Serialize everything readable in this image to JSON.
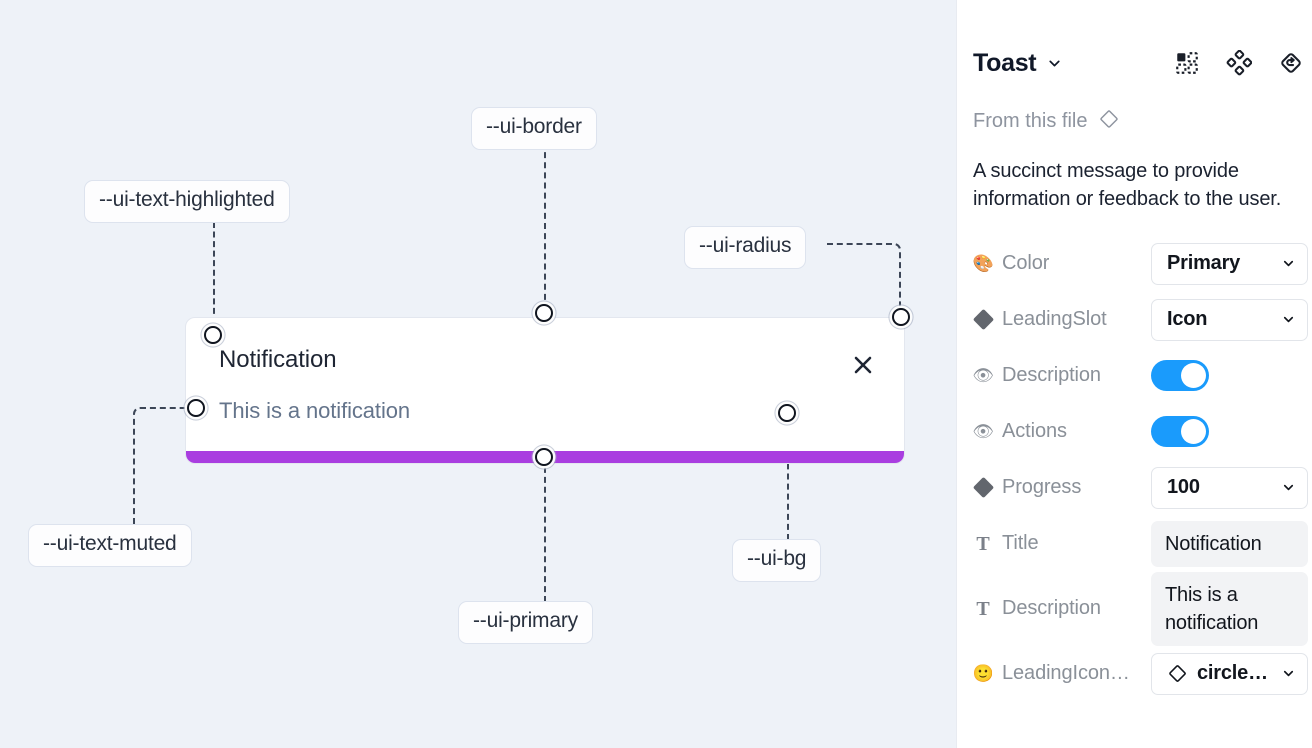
{
  "canvas": {
    "background_color": "#eef2f8",
    "toast": {
      "title": "Notification",
      "description": "This is a notification",
      "close_icon": "close-x-icon",
      "progress_color": "#a93ee0",
      "background_color": "#ffffff",
      "border_color": "#e3e7ef"
    },
    "tokens": [
      {
        "id": "text-highlighted",
        "label": "--ui-text-highlighted"
      },
      {
        "id": "border",
        "label": "--ui-border"
      },
      {
        "id": "radius",
        "label": "--ui-radius"
      },
      {
        "id": "text-muted",
        "label": "--ui-text-muted"
      },
      {
        "id": "primary",
        "label": "--ui-primary"
      },
      {
        "id": "bg",
        "label": "--ui-bg"
      }
    ]
  },
  "panel": {
    "title": "Toast",
    "title_caret_icon": "chevron-down-icon",
    "header_icons": [
      {
        "name": "component-grid-icon"
      },
      {
        "name": "variant-diamond-cluster-icon"
      },
      {
        "name": "reset-instance-icon"
      }
    ],
    "from_file": {
      "label": "From this file",
      "icon": "diamond-outline-icon"
    },
    "description": "A succinct message to provide information or feedback to the user.",
    "properties": [
      {
        "icon": "palette-emoji",
        "glyph": "🎨",
        "icon_kind": "emoji",
        "label": "Color",
        "control": "select",
        "value": "Primary"
      },
      {
        "icon": "diamond-icon",
        "glyph": "",
        "icon_kind": "diamond",
        "label": "LeadingSlot",
        "control": "select",
        "value": "Icon"
      },
      {
        "icon": "eye-emoji",
        "glyph": "👁",
        "icon_kind": "emoji",
        "label": "Description",
        "control": "toggle",
        "value": "on"
      },
      {
        "icon": "eye-emoji",
        "glyph": "👁",
        "icon_kind": "emoji",
        "label": "Actions",
        "control": "toggle",
        "value": "on"
      },
      {
        "icon": "diamond-icon",
        "glyph": "",
        "icon_kind": "diamond",
        "label": "Progress",
        "control": "select",
        "value": "100"
      },
      {
        "icon": "text-type-icon",
        "glyph": "T",
        "icon_kind": "tglyph",
        "label": "Title",
        "control": "text",
        "value": "Notification"
      },
      {
        "icon": "text-type-icon",
        "glyph": "T",
        "icon_kind": "tglyph",
        "label": "Description",
        "control": "text",
        "value": "This is a notification"
      },
      {
        "icon": "smiley-emoji",
        "glyph": "🙂",
        "icon_kind": "emoji",
        "label": "LeadingIcon…",
        "control": "icon-select",
        "value": "circle…"
      }
    ]
  }
}
